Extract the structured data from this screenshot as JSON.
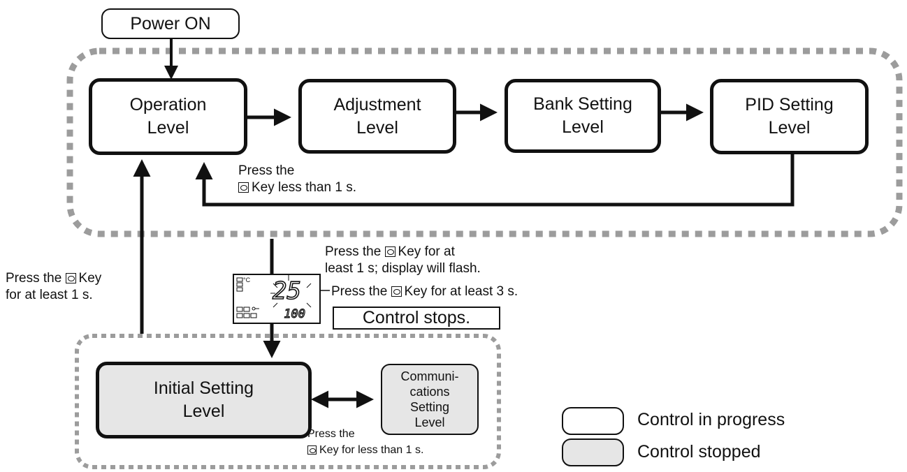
{
  "diagram": {
    "nodes": {
      "power_on": "Power ON",
      "operation": "Operation\nLevel",
      "adjustment": "Adjustment\nLevel",
      "bank": "Bank Setting\nLevel",
      "pid": "PID Setting\nLevel",
      "initial": "Initial Setting\nLevel",
      "comms": "Communi-\ncations\nSetting\nLevel"
    },
    "notes": {
      "return_line1": "Press the",
      "return_line2": "Key less than 1 s.",
      "flash_line1a": "Press the",
      "flash_line1b": "Key for at",
      "flash_line2": "least 1 s; display will flash.",
      "three_s_a": "Press the",
      "three_s_b": "Key for at least 3 s.",
      "control_stops": "Control stops.",
      "left_line1a": "Press the",
      "left_line1b": "Key",
      "left_line2": "for at least 1 s.",
      "comm_line1": "Press the",
      "comm_line2": "Key for less than 1 s."
    },
    "display": {
      "main_value": "25",
      "sub_value": "100",
      "unit": "°C"
    },
    "legend": {
      "in_progress": "Control in progress",
      "stopped": "Control stopped"
    },
    "colors": {
      "stroke": "#111111",
      "stopped_fill": "#e6e6e6",
      "dashed_border": "#9c9c9c"
    }
  }
}
